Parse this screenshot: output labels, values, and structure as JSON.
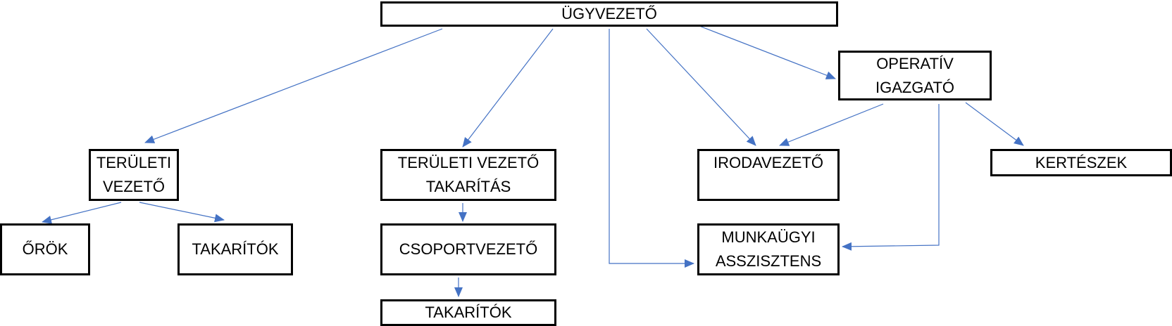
{
  "nodes": {
    "ceo": {
      "lines": [
        "ÜGYVEZETŐ"
      ]
    },
    "operations_director": {
      "lines": [
        "OPERATÍV",
        "IGAZGATÓ"
      ]
    },
    "area_manager": {
      "lines": [
        "TERÜLETI",
        "VEZETŐ"
      ]
    },
    "area_manager_cleaning": {
      "lines": [
        "TERÜLETI VEZETŐ",
        "TAKARÍTÁS"
      ]
    },
    "office_manager": {
      "lines": [
        "IRODAVEZETŐ"
      ]
    },
    "gardeners": {
      "lines": [
        "KERTÉSZEK"
      ]
    },
    "guards": {
      "lines": [
        "ŐRÖK"
      ]
    },
    "cleaners": {
      "lines": [
        "TAKARÍTÓK"
      ]
    },
    "team_leader": {
      "lines": [
        "CSOPORTVEZETŐ"
      ]
    },
    "hr_assistant": {
      "lines": [
        "MUNKAÜGYI",
        "ASSZISZTENS"
      ]
    },
    "cleaners_2": {
      "lines": [
        "TAKARÍTÓK"
      ]
    }
  },
  "edges": [
    {
      "from": "ceo",
      "to": "area_manager"
    },
    {
      "from": "ceo",
      "to": "area_manager_cleaning"
    },
    {
      "from": "ceo",
      "to": "hr_assistant"
    },
    {
      "from": "ceo",
      "to": "office_manager"
    },
    {
      "from": "ceo",
      "to": "operations_director"
    },
    {
      "from": "operations_director",
      "to": "office_manager"
    },
    {
      "from": "operations_director",
      "to": "hr_assistant"
    },
    {
      "from": "operations_director",
      "to": "gardeners"
    },
    {
      "from": "area_manager",
      "to": "guards"
    },
    {
      "from": "area_manager",
      "to": "cleaners"
    },
    {
      "from": "area_manager_cleaning",
      "to": "team_leader"
    },
    {
      "from": "team_leader",
      "to": "cleaners_2"
    }
  ],
  "colors": {
    "connector": "#4472c4",
    "box_border": "#000000"
  }
}
